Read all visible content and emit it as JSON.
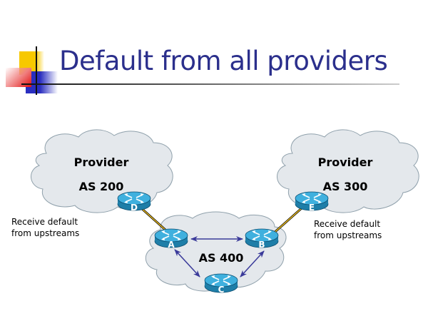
{
  "slide": {
    "title": "Default from all providers"
  },
  "colors": {
    "title": "#2b2f8c",
    "cloud_fill": "#e4e8ec",
    "cloud_stroke": "#8fa0ab",
    "router_top": "#3fb0de",
    "router_side": "#1e7ea8",
    "link_yellow": "#f0c020",
    "arrow": "#3a3a9a"
  },
  "clouds": [
    {
      "id": "as200",
      "line1": "Provider",
      "line2": "AS 200"
    },
    {
      "id": "as300",
      "line1": "Provider",
      "line2": "AS 300"
    },
    {
      "id": "as400",
      "line1": "",
      "line2": "AS 400"
    }
  ],
  "routers": [
    {
      "id": "D",
      "label": "D"
    },
    {
      "id": "E",
      "label": "E"
    },
    {
      "id": "A",
      "label": "A"
    },
    {
      "id": "B",
      "label": "B"
    },
    {
      "id": "C",
      "label": "C"
    }
  ],
  "notes": {
    "left": [
      "Receive default",
      "from upstreams"
    ],
    "right": [
      "Receive default",
      "from upstreams"
    ]
  },
  "icons": {
    "router": "router-icon",
    "cloud": "cloud-icon"
  }
}
